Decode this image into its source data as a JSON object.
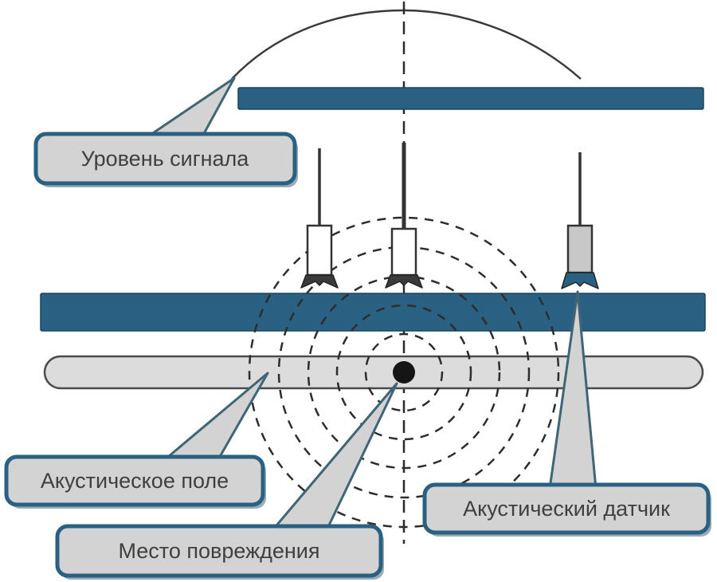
{
  "labels": {
    "signal_level": "Уровень сигнала",
    "acoustic_field": "Акустическое поле",
    "damage_location": "Место повреждения",
    "acoustic_sensor": "Акустический датчик"
  },
  "colors": {
    "teal": "#2A6183",
    "callout_fill": "#D3D3D3",
    "pipe_fill": "#DCDCDC",
    "sensor_body_fill": "#C8C8C8",
    "line": "#2D2D2D"
  }
}
